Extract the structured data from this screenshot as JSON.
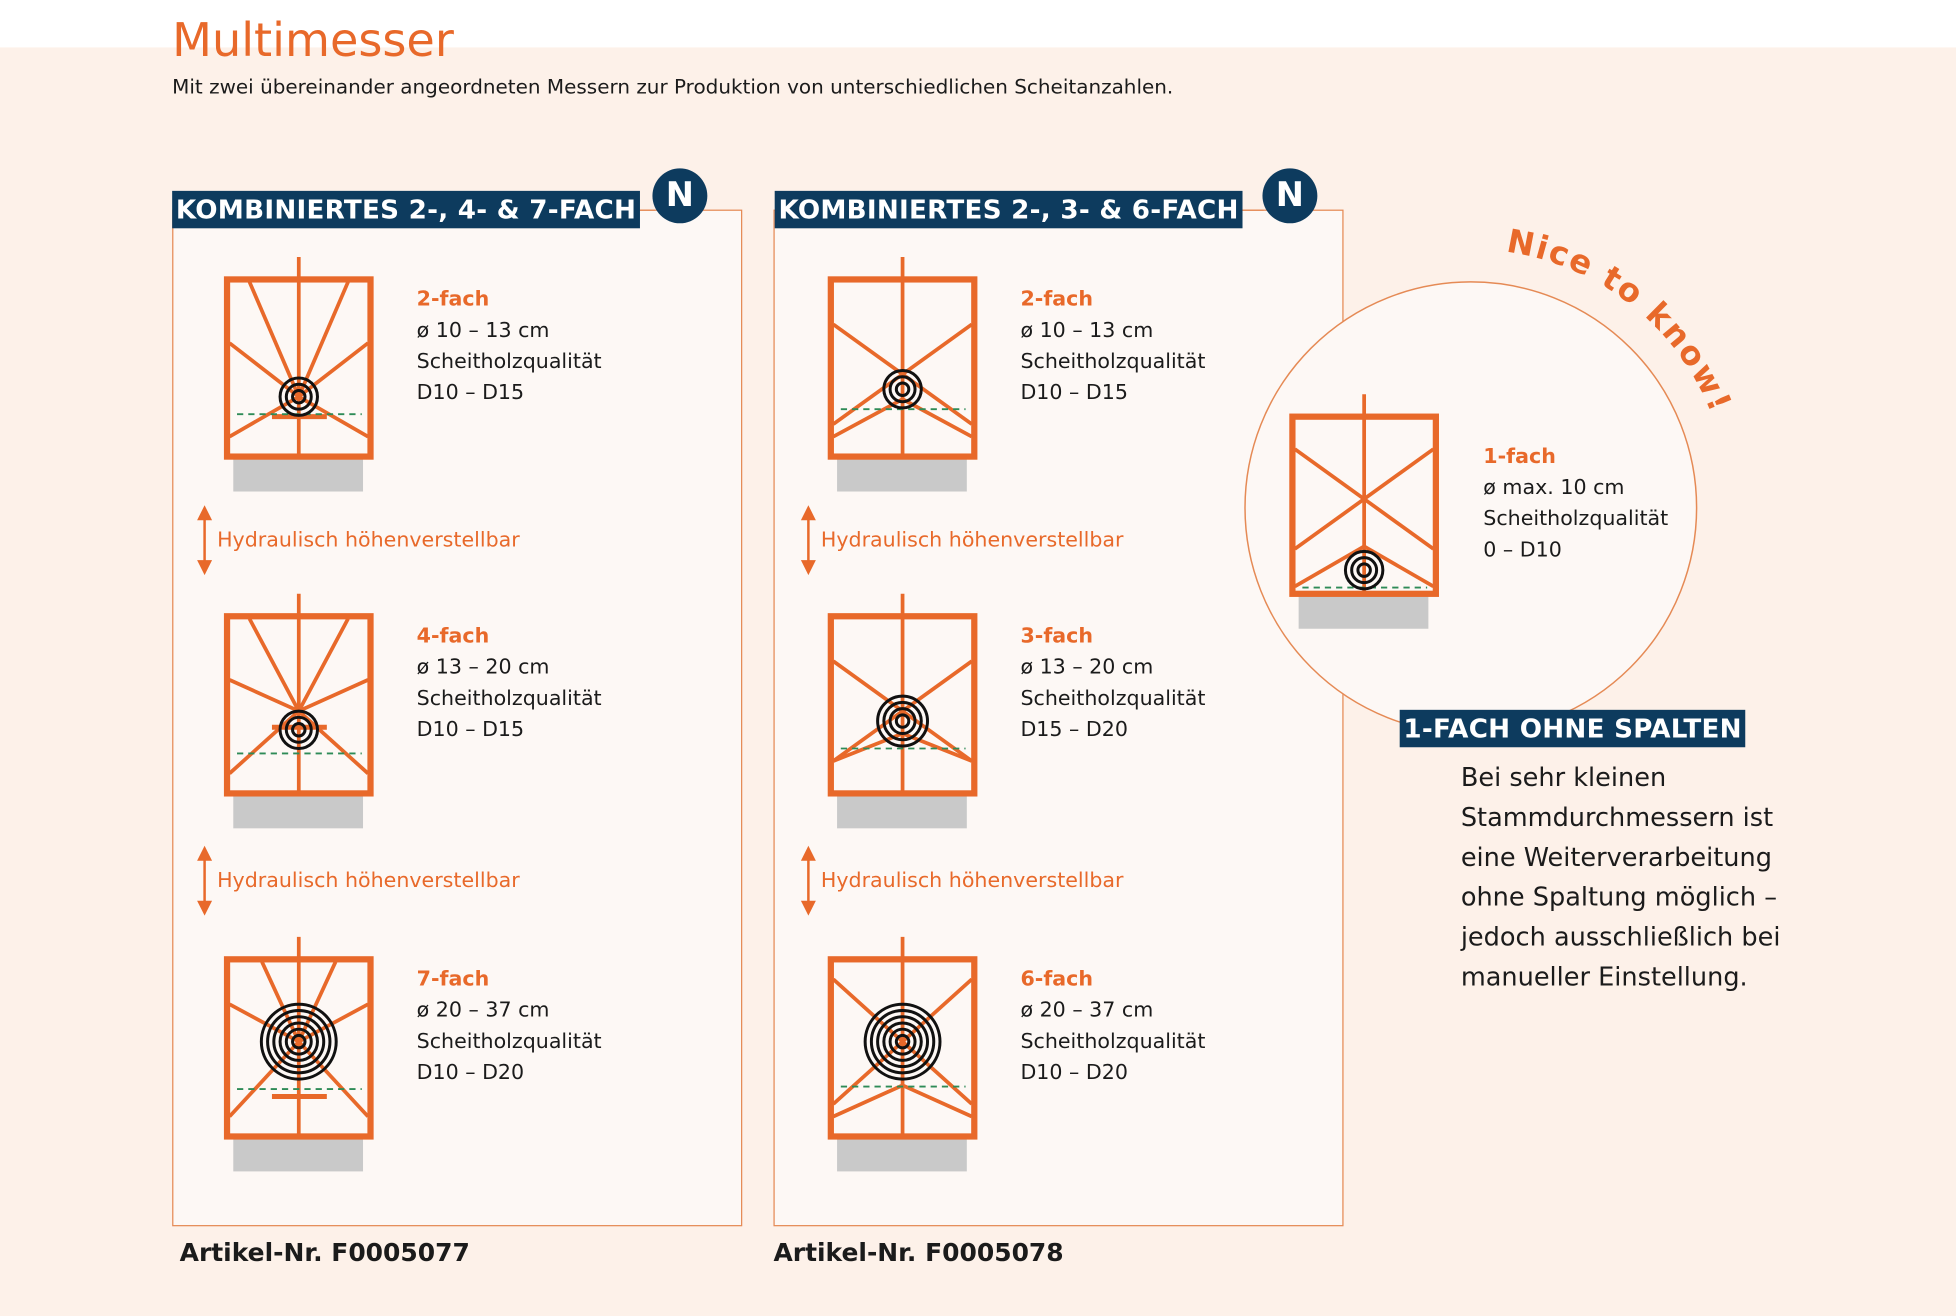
{
  "title": "Multimesser",
  "subtitle": "Mit zwei übereinander angeordneten Messern zur Produktion von unterschiedlichen Scheitanzahlen.",
  "colors": {
    "orange": "#e8692a",
    "navy": "#0d3b5e",
    "background": "#fdf1e9"
  },
  "panels": [
    {
      "header": "KOMBINIERTES 2-, 4- & 7-FACH",
      "badge": "N",
      "items": [
        {
          "title": "2-fach",
          "diameter": "ø 10 – 13 cm",
          "quality_label": "Scheitholzqualität",
          "quality": "D10 – D15"
        },
        {
          "title": "4-fach",
          "diameter": "ø 13 – 20 cm",
          "quality_label": "Scheitholzqualität",
          "quality": "D10 – D15"
        },
        {
          "title": "7-fach",
          "diameter": "ø 20 – 37 cm",
          "quality_label": "Scheitholzqualität",
          "quality": "D10 – D20"
        }
      ],
      "hydraulic": [
        "Hydraulisch höhenverstellbar",
        "Hydraulisch höhenverstellbar"
      ],
      "article": "Artikel-Nr. F0005077"
    },
    {
      "header": "KOMBINIERTES 2-, 3- & 6-FACH",
      "badge": "N",
      "items": [
        {
          "title": "2-fach",
          "diameter": "ø 10 – 13 cm",
          "quality_label": "Scheitholzqualität",
          "quality": "D10 – D15"
        },
        {
          "title": "3-fach",
          "diameter": "ø 13 – 20 cm",
          "quality_label": "Scheitholzqualität",
          "quality": "D15 – D20"
        },
        {
          "title": "6-fach",
          "diameter": "ø 20 – 37 cm",
          "quality_label": "Scheitholzqualität",
          "quality": "D10 – D20"
        }
      ],
      "hydraulic": [
        "Hydraulisch höhenverstellbar",
        "Hydraulisch höhenverstellbar"
      ],
      "article": "Artikel-Nr. F0005078"
    }
  ],
  "nice_to_know": {
    "label": "Nice to know!",
    "item": {
      "title": "1-fach",
      "diameter": "ø max. 10 cm",
      "quality_label": "Scheitholzqualität",
      "quality": "0 – D10"
    },
    "header": "1-FACH OHNE SPALTEN",
    "paragraph_lines": [
      "Bei sehr kleinen",
      "Stammdurchmessern ist",
      "eine Weiterverarbeitung",
      "ohne Spaltung möglich –",
      "jedoch ausschließlich bei",
      "manueller Einstellung."
    ]
  }
}
